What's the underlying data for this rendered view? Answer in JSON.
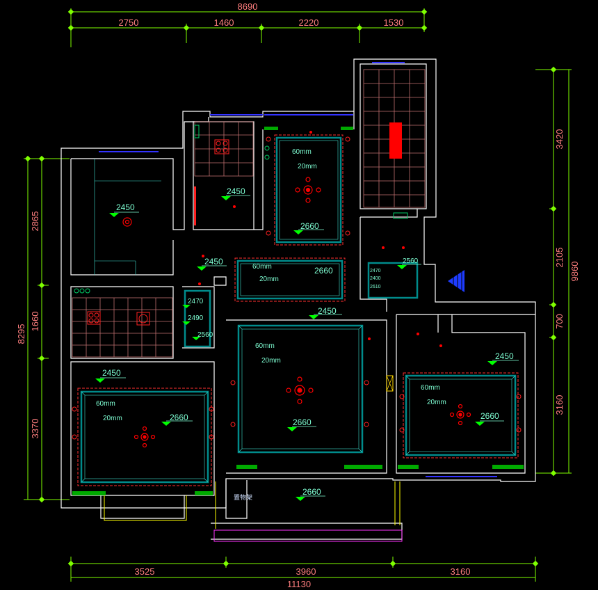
{
  "dimensions": {
    "top_total": "8690",
    "top_segments": [
      "2750",
      "1460",
      "2220",
      "1530"
    ],
    "bottom_total": "11130",
    "bottom_segments": [
      "3525",
      "3960",
      "3160"
    ],
    "right_total": "9860",
    "right_segments": [
      "3420",
      "2105",
      "700",
      "3160"
    ],
    "left_total": "8295",
    "left_segments": [
      "2865",
      "1660",
      "3370"
    ]
  },
  "heights": {
    "h_bedroom_nw": "2450",
    "h_bath_center": "2450",
    "h_living_top": "2660",
    "h_corridor": "2450",
    "h_dining_rect": "2660",
    "h_living_label": "2450",
    "h_living_main": "2660",
    "h_master_left": "2450",
    "h_master_left_inner": "2660",
    "h_bed_right": "2450",
    "h_bed_right_inner": "2660",
    "h_balcony": "2660",
    "h_right_small_1": "2470",
    "h_right_small_2": "2400",
    "h_right_small_3": "2610",
    "h_right_small_top": "2560",
    "h_closet_1": "2470",
    "h_closet_2": "2490",
    "h_closet_3": "2560"
  },
  "callouts": {
    "mm60_a": "60mm",
    "mm20_a": "20mm",
    "mm60_b": "60mm",
    "mm20_b": "20mm",
    "mm60_c": "60mm",
    "mm20_c": "20mm",
    "mm60_d": "60mm",
    "mm20_d": "20mm",
    "mm60_e": "60mm",
    "mm20_e": "20mm"
  },
  "labels": {
    "shelf": "置物架"
  },
  "colors": {
    "wall": "#ffffff",
    "dimension": "#7fff00",
    "ceiling": "#008080",
    "lamp": "#ff0000",
    "tile": "#d08080",
    "window": "#0000ff"
  }
}
